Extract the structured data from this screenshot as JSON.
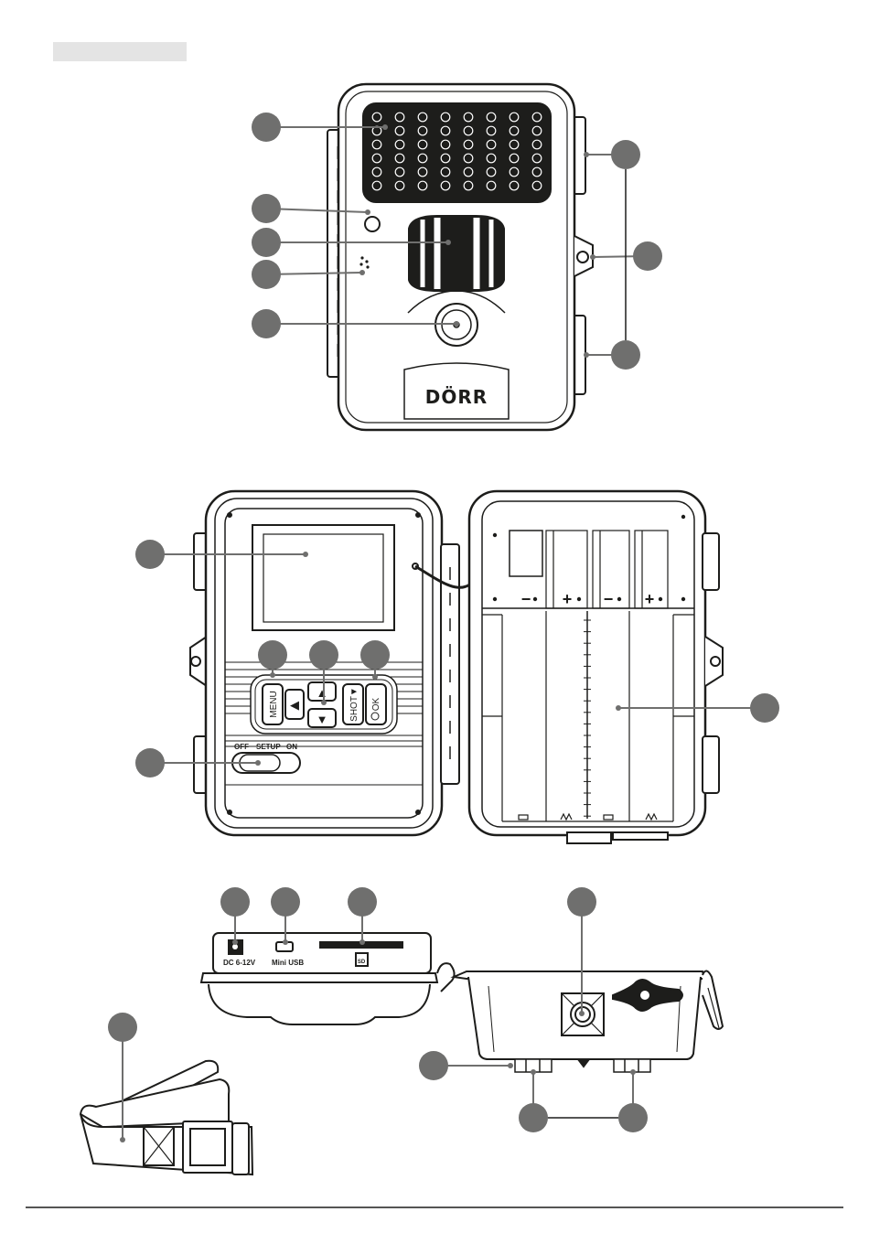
{
  "header": {
    "tab_color": "#e4e4e4"
  },
  "colors": {
    "line": "#1d1d1b",
    "callout": "#6f6f6e",
    "body": "#ffffff"
  },
  "front_view": {
    "brand": "DÖRR"
  },
  "open_view": {
    "buttons": {
      "menu": "MENU",
      "left": "◀",
      "up": "▲",
      "down": "▼",
      "shot": "SHOT▼",
      "ok": "OK"
    },
    "switch": {
      "off": "OFF",
      "setup": "SETUP",
      "on": "ON"
    },
    "battery_signs": [
      "−",
      "+",
      "−",
      "+"
    ]
  },
  "bottom_view": {
    "dc_label": "DC 6-12V",
    "usb_label": "Mini USB",
    "sd_label": "SD"
  },
  "icons": [
    "camera-front-diagram",
    "camera-open-diagram",
    "camera-bottom-diagram",
    "strap-diagram",
    "callout-marker"
  ]
}
